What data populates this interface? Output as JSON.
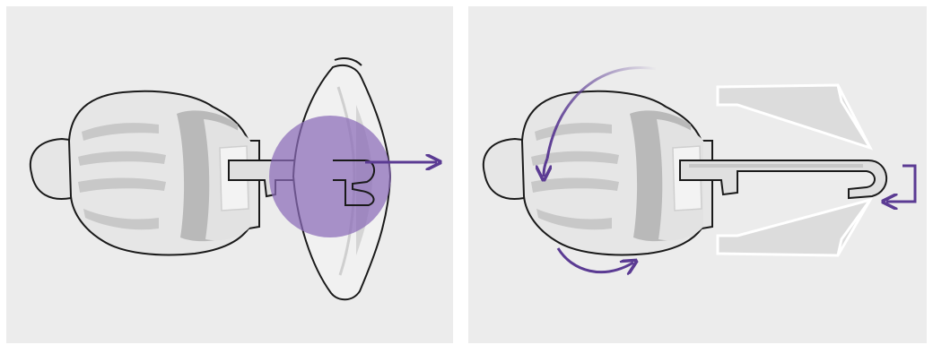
{
  "figure": {
    "panels": [
      {
        "id": "step-1",
        "depicts": [
          "knob",
          "clip",
          "wing-nut",
          "highlight-circle",
          "pull-arrow"
        ]
      },
      {
        "id": "step-2",
        "depicts": [
          "knob",
          "hook",
          "anchor-wings",
          "rotate-arrow",
          "return-arrow"
        ]
      }
    ],
    "colors": {
      "panel_background": "#ececec",
      "outline": "#1a1a1a",
      "body_light": "#e6e6e6",
      "body_mid": "#c8c8c8",
      "body_dark": "#a8a8a8",
      "accent_purple": "#5b3b93",
      "highlight_purple": "#8a6bb8"
    },
    "icons": [
      "knob-icon",
      "wing-nut-icon",
      "arrow-right-icon",
      "rotate-arrow-icon",
      "return-arrow-icon"
    ]
  }
}
